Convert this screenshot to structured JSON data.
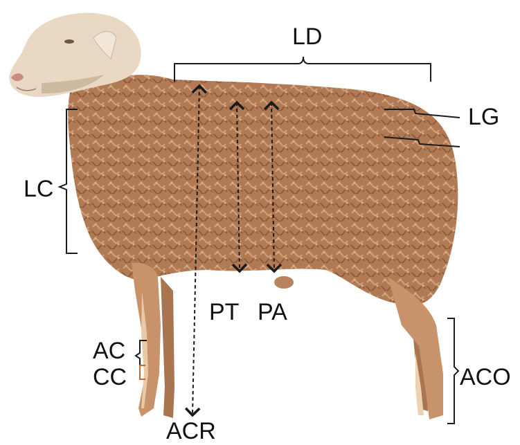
{
  "labels": {
    "ld": "LD",
    "lg": "LG",
    "lc": "LC",
    "pt": "PT",
    "pa": "PA",
    "ac": "AC",
    "cc": "CC",
    "aco": "ACO",
    "acr": "ACR"
  },
  "colors": {
    "wool": "#b07a55",
    "wool_light": "#c99570",
    "wool_dark": "#8a5638",
    "face": "#e8d8c4",
    "face_shadow": "#cdb8a0",
    "leg": "#c8936b",
    "line": "#1a1a1a"
  }
}
